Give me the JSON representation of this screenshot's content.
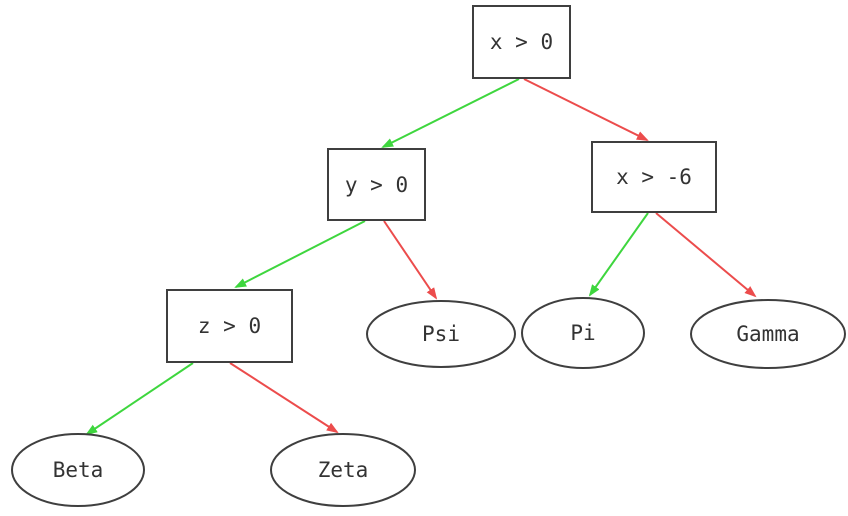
{
  "diagram": {
    "kind": "decision-tree",
    "colors": {
      "true_branch": "#3ed63e",
      "false_branch": "#ec4c4c",
      "node_border": "#3f3f3f",
      "node_fill": "#ffffff",
      "text": "#333333",
      "background": "#ffffff"
    },
    "nodes": [
      {
        "id": "x_gt_0",
        "label": "x > 0",
        "shape": "rect",
        "role": "decision"
      },
      {
        "id": "y_gt_0",
        "label": "y > 0",
        "shape": "rect",
        "role": "decision"
      },
      {
        "id": "x_gt_neg6",
        "label": "x > -6",
        "shape": "rect",
        "role": "decision"
      },
      {
        "id": "z_gt_0",
        "label": "z > 0",
        "shape": "rect",
        "role": "decision"
      },
      {
        "id": "psi",
        "label": "Psi",
        "shape": "ellipse",
        "role": "leaf"
      },
      {
        "id": "pi",
        "label": "Pi",
        "shape": "ellipse",
        "role": "leaf"
      },
      {
        "id": "gamma",
        "label": "Gamma",
        "shape": "ellipse",
        "role": "leaf"
      },
      {
        "id": "beta",
        "label": "Beta",
        "shape": "ellipse",
        "role": "leaf"
      },
      {
        "id": "zeta",
        "label": "Zeta",
        "shape": "ellipse",
        "role": "leaf"
      }
    ],
    "edges": [
      {
        "from": "x_gt_0",
        "to": "y_gt_0",
        "branch": "true"
      },
      {
        "from": "x_gt_0",
        "to": "x_gt_neg6",
        "branch": "false"
      },
      {
        "from": "y_gt_0",
        "to": "z_gt_0",
        "branch": "true"
      },
      {
        "from": "y_gt_0",
        "to": "psi",
        "branch": "false"
      },
      {
        "from": "x_gt_neg6",
        "to": "pi",
        "branch": "true"
      },
      {
        "from": "x_gt_neg6",
        "to": "gamma",
        "branch": "false"
      },
      {
        "from": "z_gt_0",
        "to": "beta",
        "branch": "true"
      },
      {
        "from": "z_gt_0",
        "to": "zeta",
        "branch": "false"
      }
    ]
  }
}
